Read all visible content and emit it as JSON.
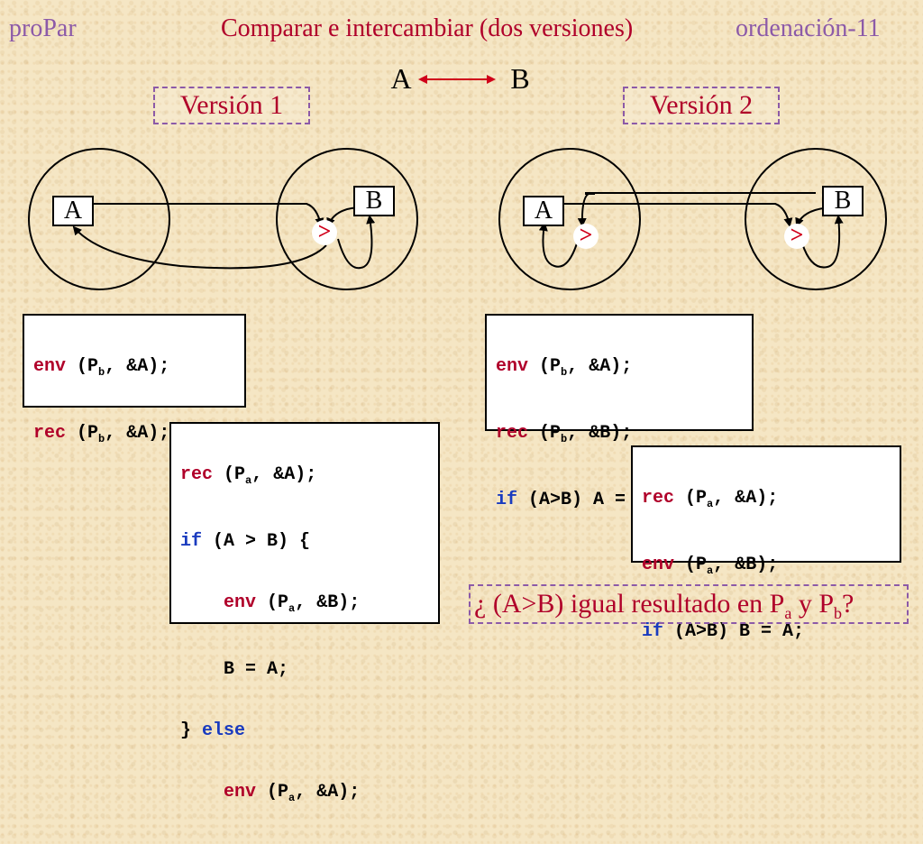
{
  "header": {
    "left": "proPar",
    "title": "Comparar e intercambiar (dos versiones)",
    "right": "ordenación-11"
  },
  "top_exchange": {
    "a": "A",
    "b": "B"
  },
  "version1": {
    "label": "Versión 1",
    "node_a": "A",
    "node_b": "B",
    "compare_symbol": ">",
    "code_pb": [
      {
        "kw": "env",
        "args": " (P",
        "sub": "b",
        "rest": ", &A);"
      },
      {
        "kw": "rec",
        "args": " (P",
        "sub": "b",
        "rest": ", &A);"
      }
    ],
    "code_pa": {
      "line1_kw": "rec",
      "line1_a": " (P",
      "line1_sub": "a",
      "line1_b": ", &A);",
      "line2_kw": "if",
      "line2_rest": " (A > B) {",
      "line3_kw": "env",
      "line3_a": " (P",
      "line3_sub": "a",
      "line3_b": ", &B);",
      "line4": "B = A;",
      "line5_a": "} ",
      "line5_kw": "else",
      "line6_kw": "env",
      "line6_a": " (P",
      "line6_sub": "a",
      "line6_b": ", &A);"
    }
  },
  "version2": {
    "label": "Versión 2",
    "node_a": "A",
    "node_b": "B",
    "compare_symbol": ">",
    "code_pb": {
      "l1_kw": "env",
      "l1_a": " (P",
      "l1_sub": "b",
      "l1_b": ", &A);",
      "l2_kw": "rec",
      "l2_a": " (P",
      "l2_sub": "b",
      "l2_b": ", &B);",
      "l3_kw": "if",
      "l3_rest": " (A>B) A = B;"
    },
    "code_pa": {
      "l1_kw": "rec",
      "l1_a": " (P",
      "l1_sub": "a",
      "l1_b": ", &A);",
      "l2_kw": "env",
      "l2_a": " (P",
      "l2_sub": "a",
      "l2_b": ", &B);",
      "l3_kw": "if",
      "l3_rest": " (A>B) B = A;"
    }
  },
  "question": {
    "pre": "¿ (A>B) igual resultado en P",
    "sub_a": "a",
    "mid": " y P",
    "sub_b": "b",
    "post": "?"
  },
  "colors": {
    "accent_purple": "#8c5aa8",
    "keyword_red": "#b0002a",
    "keyword_blue": "#1a3bbf"
  }
}
